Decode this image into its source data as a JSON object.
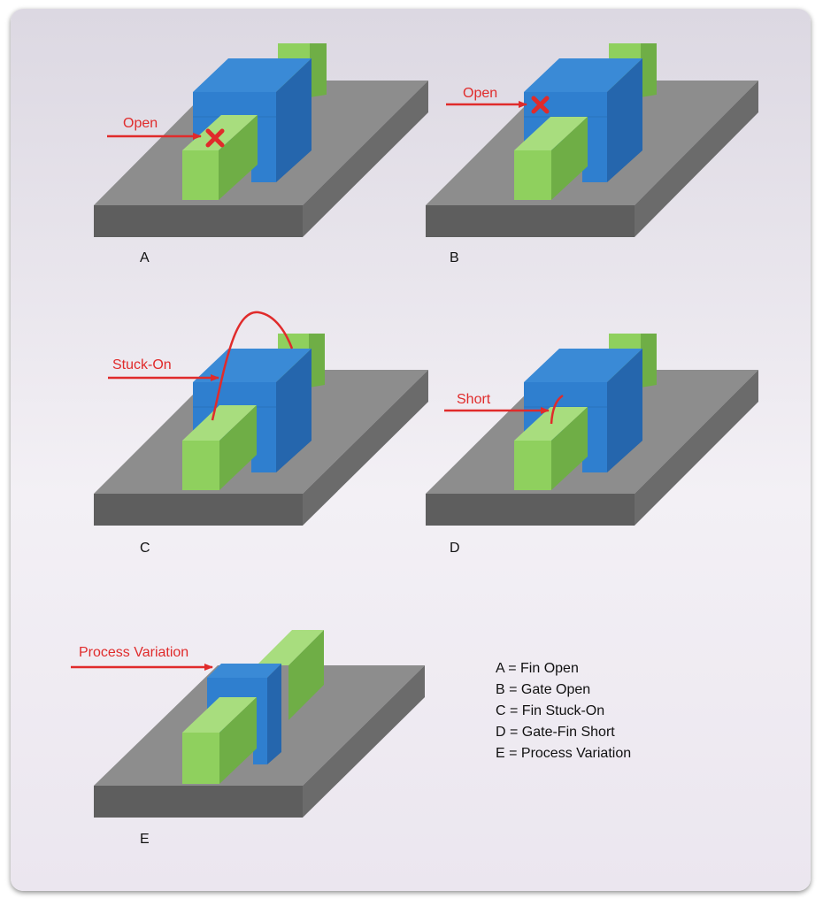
{
  "colors": {
    "gate_front": "#2f7fcf",
    "gate_side": "#2566ad",
    "fin_front": "#8fd05e",
    "fin_side": "#6fae46",
    "substrate_top": "#8d8d8d",
    "substrate_side": "#5e5e5e",
    "defect": "#e02b2b"
  },
  "panels": {
    "a": {
      "label": "A",
      "annotation": "Open",
      "marker": "x-mark-icon"
    },
    "b": {
      "label": "B",
      "annotation": "Open",
      "marker": "x-mark-icon"
    },
    "c": {
      "label": "C",
      "annotation": "Stuck-On",
      "marker": "arc"
    },
    "d": {
      "label": "D",
      "annotation": "Short",
      "marker": "arc"
    },
    "e": {
      "label": "E",
      "annotation": "Process Variation",
      "marker": "none"
    }
  },
  "legend": [
    {
      "text": "A = Fin Open"
    },
    {
      "text": "B = Gate Open"
    },
    {
      "text": "C = Fin Stuck-On"
    },
    {
      "text": "D = Gate-Fin Short"
    },
    {
      "text": "E = Process Variation"
    }
  ]
}
